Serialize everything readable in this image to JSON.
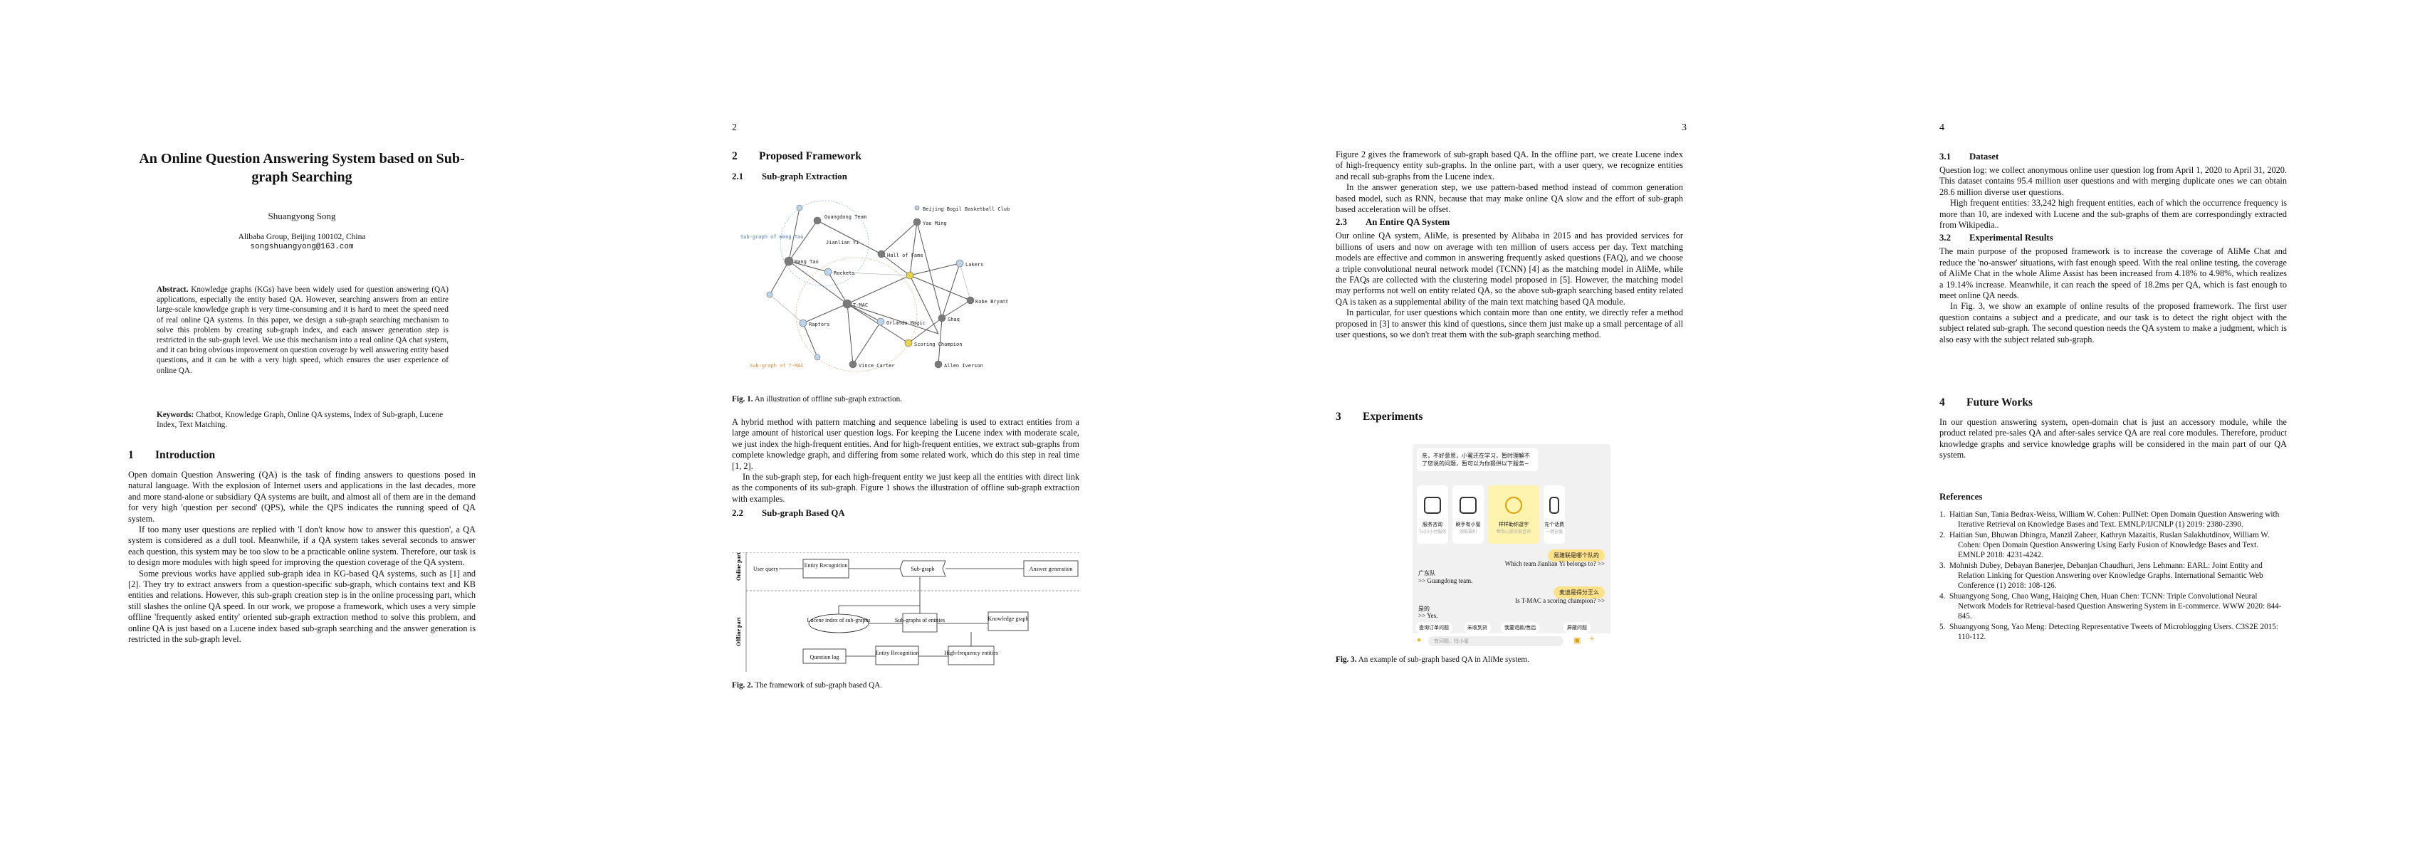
{
  "pages": {
    "p2_num": "2",
    "p3_num": "3",
    "p4_num": "4"
  },
  "p1": {
    "title": "An Online Question Answering System based on Sub-graph Searching",
    "author": "Shuangyong Song",
    "affiliation": "Alibaba Group, Beijing 100102, China",
    "email": "songshuangyong@163.com",
    "abstract_label": "Abstract.",
    "abstract": "Knowledge graphs (KGs) have been widely used for question answering (QA) applications, especially the entity based QA. However, searching answers from an entire large-scale knowledge graph is very time-consuming and it is hard to meet the speed need of real online QA systems. In this paper, we design a sub-graph searching mechanism to solve this problem by creating sub-graph index, and each answer generation step is restricted in the sub-graph level. We use this mechanism into a real online QA chat system, and it can bring obvious improvement on question coverage by well answering entity based questions, and it can be with a very high speed, which ensures the user experience of online QA.",
    "keywords_label": "Keywords:",
    "keywords": "Chatbot, Knowledge Graph, Online QA systems, Index of Sub-graph, Lucene Index, Text Matching.",
    "sec1_num": "1",
    "sec1_title": "Introduction",
    "intro_p1": "Open domain Question Answering (QA) is the task of finding answers to questions posed in natural language. With the explosion of Internet users and applications in the last decades, more and more stand-alone or subsidiary QA systems are built, and almost all of them are in the demand for very high 'question per second' (QPS), while the QPS indicates the running speed of QA system.",
    "intro_p2": "If too many user questions are replied with 'I don't know how to answer this question', a QA system is considered as a dull tool. Meanwhile, if a QA system takes several seconds to answer each question, this system may be too slow to be a practicable online system. Therefore, our task is to design more modules with high speed for improving the question coverage of the QA system.",
    "intro_p3": "Some previous works have applied sub-graph idea in KG-based QA systems, such as [1] and [2]. They try to extract answers from a question-specific sub-graph, which contains text and KB entities and relations. However, this sub-graph creation step is in the online processing part, which still slashes the online QA speed. In our work, we propose a framework, which uses a very simple offline 'frequently asked entity' oriented sub-graph extraction method to solve this problem, and online QA is just based on a Lucene index based sub-graph searching and the answer generation is restricted in the sub-graph level."
  },
  "p2": {
    "sec2_num": "2",
    "sec2_title": "Proposed Framework",
    "sub21_num": "2.1",
    "sub21_title": "Sub-graph Extraction",
    "fig1_label": "Fig. 1.",
    "fig1_caption": "An illustration of offline sub-graph extraction.",
    "fig1_nodes": [
      "Guangdong Team",
      "Beijing Bogil Basketball Club",
      "Sub-graph of Wang Tao",
      "Jianlian Yi",
      "Yao Ming",
      "Hall of Fame",
      "Lakers",
      "Wang Tao",
      "Rockets",
      "Kobe Bryant",
      "T-MAC",
      "Orlando Magic",
      "Shaq",
      "Raptors",
      "Scoring Champion",
      "Sub-graph of T-MAC",
      "Vince Carter",
      "Allen Iverson"
    ],
    "para1": "A hybrid method with pattern matching and sequence labeling is used to extract entities from a large amount of historical user question logs. For keeping the Lucene index with moderate scale, we just index the high-frequent entities. And for high-frequent entities, we extract sub-graphs from complete knowledge graph, and differing from some related work, which do this step in real time [1, 2].",
    "para2": "In the sub-graph step, for each high-frequent entity we just keep all the entities with direct link as the components of its sub-graph. Figure 1 shows the illustration of offline sub-graph extraction with examples.",
    "sub22_num": "2.2",
    "sub22_title": "Sub-graph Based QA",
    "fig2_online": "Online part",
    "fig2_offline": "Offline part",
    "fig2_user_query": "User query",
    "fig2_entity_recog": "Entity Recognition",
    "fig2_subgraph": "Sub-graph",
    "fig2_answer_gen": "Answer generation",
    "fig2_lucene": "Lucene index of sub-graphs",
    "fig2_subgraphs_of": "Sub-graphs of entities",
    "fig2_kg": "Knowledge graph",
    "fig2_qlog": "Question log",
    "fig2_entity_recog2": "Entity Recognition",
    "fig2_highfreq": "High-frequency entities",
    "fig2_label": "Fig. 2.",
    "fig2_caption": "The framework of sub-graph based QA."
  },
  "p3": {
    "para_top": "Figure 2 gives the framework of sub-graph based QA. In the offline part, we create Lucene index of high-frequency entity sub-graphs. In the online part, with a user query, we recognize entities and recall sub-graphs from the Lucene index.",
    "para_top2": "In the answer generation step, we use pattern-based method instead of common generation based model, such as RNN, because that may make online QA slow and the effort of sub-graph based acceleration will be offset.",
    "sub23_num": "2.3",
    "sub23_title": "An Entire QA System",
    "para23_1": "Our online QA system, AliMe, is presented by Alibaba in 2015 and has provided services for billions of users and now on average with ten million of users access per day. Text matching models are effective and common in answering frequently asked questions (FAQ), and we choose a triple convolutional neural network model (TCNN) [4] as the matching model in AliMe, while the FAQs are collected with the clustering model proposed in [5]. However, the matching model may performs not well on entity related QA, so the above sub-graph searching based entity related QA is taken as a supplemental ability of the main text matching based QA module.",
    "para23_2": "In particular, for user questions which contain more than one entity, we directly refer a method proposed in [3] to answer this kind of questions, since them just make up a small percentage of all user questions, so we don't treat them with the sub-graph searching method.",
    "sec3_num": "3",
    "sec3_title": "Experiments",
    "chat_greeting": "亲，不好意思，小蜜还在学习，暂时理解不了您说的问题，暂可以为你提供以下服务~",
    "chat_cards": [
      "服务咨询",
      "刷手有小蜜",
      "样样助你逛宇",
      "充个话费"
    ],
    "chat_card_subs": [
      "7x24小时服务",
      "领取福利",
      "帮你心愿实现咨询",
      "一键充值"
    ],
    "chat_q1": "易建联是哪个队的",
    "chat_q1_en": "Which team Jianlian Yi belongs to? >>",
    "chat_a1": "广东队",
    "chat_a1_en": ">> Guangdong team.",
    "chat_q2": "麦迪是得分王么",
    "chat_q2_en": "Is T-MAC a scoring champion? >>",
    "chat_a2": "是的",
    "chat_a2_en": ">> Yes.",
    "chat_chips": [
      "查询订单问题",
      "未收到货",
      "我要退款/售后",
      "屏蔽问题"
    ],
    "chat_input_placeholder": "有问题，找小蜜",
    "fig3_label": "Fig. 3.",
    "fig3_caption": "An example of sub-graph based QA in AliMe system."
  },
  "p4": {
    "sub31_num": "3.1",
    "sub31_title": "Dataset",
    "para31": "Question log: we collect anonymous online user question log from April 1, 2020 to April 31, 2020. This dataset contains 95.4 million user questions and with merging duplicate ones we can obtain 28.6 million diverse user questions.",
    "para31_2": "High frequent entities: 33,242 high frequent entities, each of which the occurrence frequency is more than 10, are indexed with Lucene and the sub-graphs of them are correspondingly extracted from Wikipedia..",
    "sub32_num": "3.2",
    "sub32_title": "Experimental Results",
    "para32": "The main purpose of the proposed framework is to increase the coverage of AliMe Chat and reduce the 'no-answer' situations, with fast enough speed. With the real online testing, the coverage of AliMe Chat in the whole Alime Assist has been increased from 4.18% to 4.98%, which realizes a 19.14% increase. Meanwhile, it can reach the speed of 18.2ms per QA, which is fast enough to meet online QA needs.",
    "para32_2": "In Fig. 3, we show an example of online results of the proposed framework. The first user question contains a subject and a predicate, and our task is to detect the right object with the subject related sub-graph. The second question needs the QA system to make a judgment, which is also easy with the subject related sub-graph.",
    "sec4_num": "4",
    "sec4_title": "Future Works",
    "para4": "In our question answering system, open-domain chat is just an accessory module, while the product related pre-sales QA and after-sales service QA are real core modules. Therefore, product knowledge graphs and service knowledge graphs will be considered in the main part of our QA system.",
    "refs_title": "References",
    "refs": [
      "1.  Haitian Sun, Tania Bedrax-Weiss, William W. Cohen: PullNet: Open Domain Question Answering with Iterative Retrieval on Knowledge Bases and Text. EMNLP/IJCNLP (1) 2019: 2380-2390.",
      "2.  Haitian Sun, Bhuwan Dhingra, Manzil Zaheer, Kathryn Mazaitis, Ruslan Salakhutdinov, William W. Cohen: Open Domain Question Answering Using Early Fusion of Knowledge Bases and Text. EMNLP 2018: 4231-4242.",
      "3.  Mohnish Dubey, Debayan Banerjee, Debanjan Chaudhuri, Jens Lehmann: EARL: Joint Entity and Relation Linking for Question Answering over Knowledge Graphs. International Semantic Web Conference (1) 2018: 108-126.",
      "4.  Shuangyong Song, Chao Wang, Haiqing Chen, Huan Chen: TCNN: Triple Convolutional Neural Network Models for Retrieval-based Question Answering System in E-commerce. WWW 2020: 844-845.",
      "5.  Shuangyong Song, Yao Meng: Detecting Representative Tweets of Microblogging Users. C3S2E 2015: 110-112."
    ]
  }
}
